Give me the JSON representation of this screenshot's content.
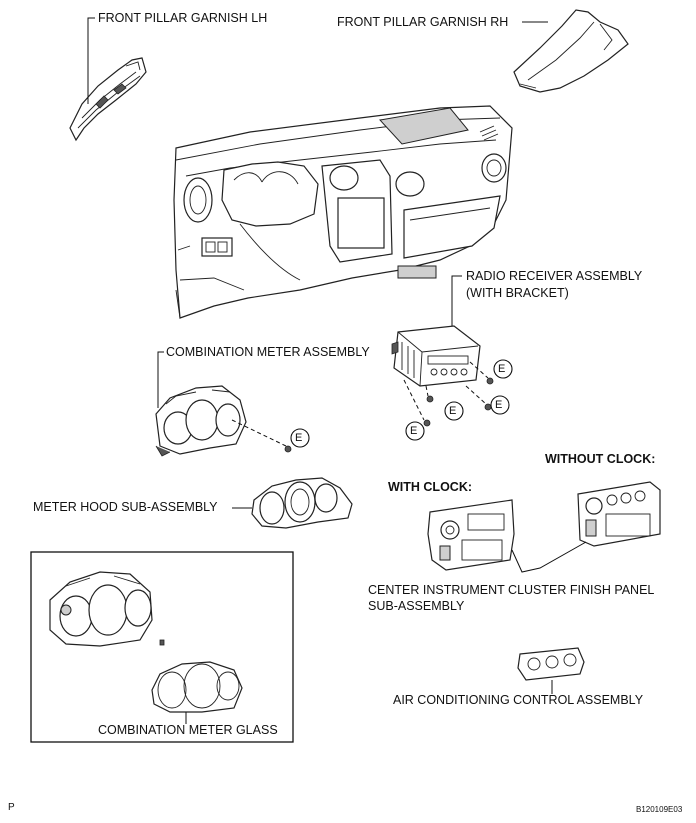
{
  "labels": {
    "front_pillar_lh": "FRONT PILLAR GARNISH LH",
    "front_pillar_rh": "FRONT PILLAR GARNISH RH",
    "radio_receiver": "RADIO RECEIVER ASSEMBLY",
    "radio_receiver_sub": "(WITH BRACKET)",
    "combination_meter": "COMBINATION METER ASSEMBLY",
    "meter_hood": "METER HOOD SUB-ASSEMBLY",
    "without_clock": "WITHOUT CLOCK:",
    "with_clock": "WITH CLOCK:",
    "center_panel": "CENTER INSTRUMENT CLUSTER FINISH PANEL",
    "center_panel_sub": "SUB-ASSEMBLY",
    "air_conditioning": "AIR CONDITIONING CONTROL ASSEMBLY",
    "combination_meter_glass": "COMBINATION METER GLASS",
    "corner_p": "P",
    "figure_code": "B120109E03"
  },
  "fastener_marker": "E"
}
